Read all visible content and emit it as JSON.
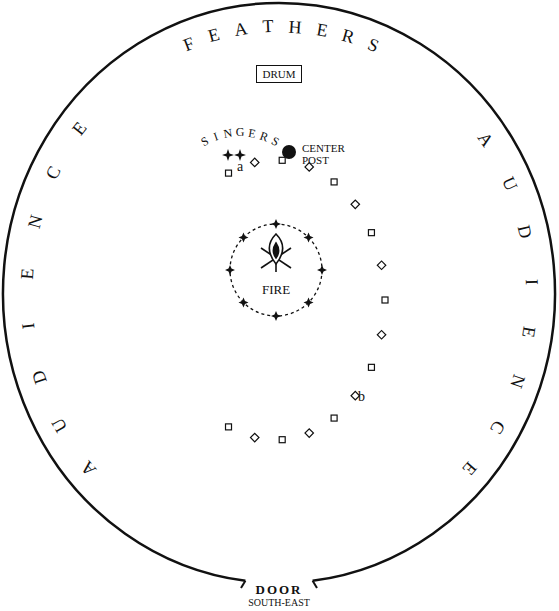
{
  "diagram": {
    "nodes": [
      {
        "text": [
          "DRUM"
        ]
      },
      {
        "text": [
          "FIRE"
        ]
      }
    ],
    "edges": [],
    "labels": [
      "FEATHERS",
      "AUDIENCE",
      "AUDIENCE",
      "SINGERS",
      "CENTER POST",
      "a",
      "b",
      "DOOR",
      "SOUTH-EAST"
    ]
  }
}
